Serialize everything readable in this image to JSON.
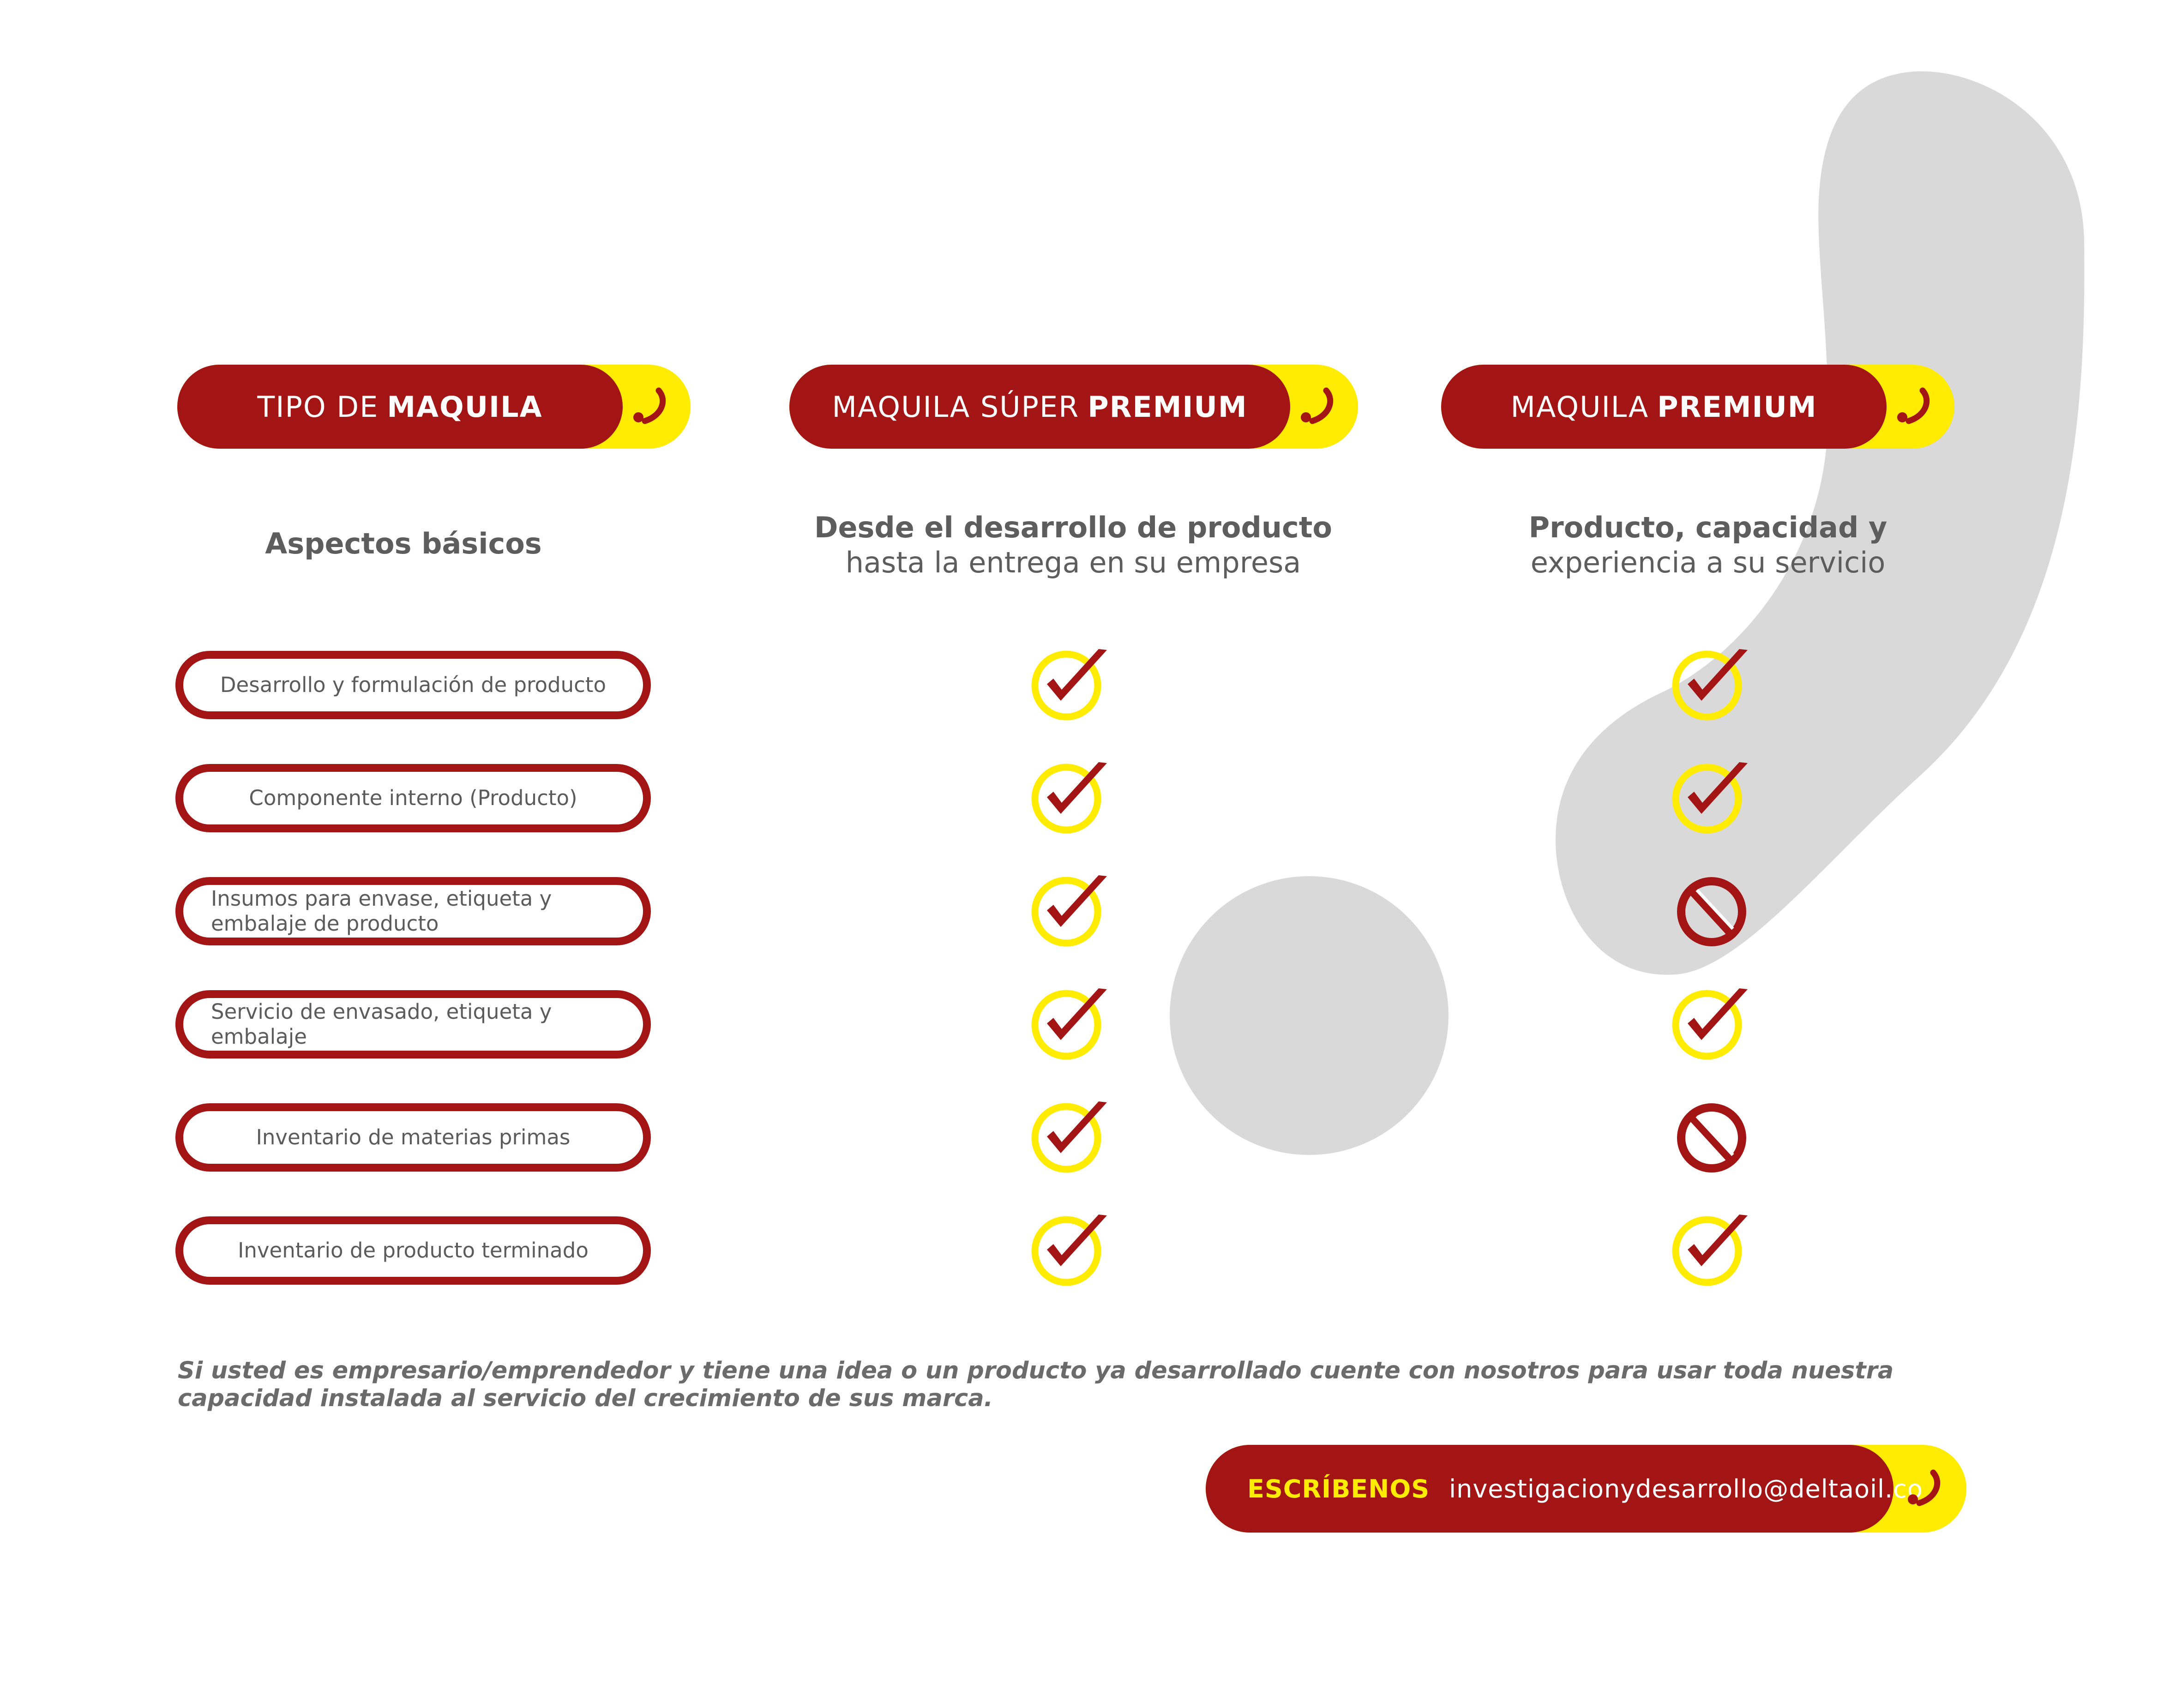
{
  "headers": {
    "tipo": {
      "prefix": "TIPO DE",
      "bold": "MAQUILA"
    },
    "super": {
      "prefix": "MAQUILA SÚPER",
      "bold": "PREMIUM"
    },
    "premium": {
      "prefix": "MAQUILA",
      "bold": "PREMIUM"
    }
  },
  "subtitles": {
    "tipo": "Aspectos básicos",
    "super": {
      "strong": "Desde el desarrollo de producto",
      "light": "hasta la entrega en su empresa"
    },
    "premium": {
      "strong": "Producto, capacidad y",
      "light": "experiencia a su servicio"
    }
  },
  "aspects": [
    "Desarrollo y formulación de producto",
    "Componente interno (Producto)",
    "Insumos para envase, etiqueta y embalaje de producto",
    "Servicio de envasado, etiqueta y embalaje",
    "Inventario de materias primas",
    "Inventario de producto terminado"
  ],
  "included": {
    "super": [
      true,
      true,
      true,
      true,
      true,
      true
    ],
    "premium": [
      true,
      true,
      false,
      true,
      false,
      true
    ]
  },
  "note": "Si usted es empresario/emprendedor y tiene una idea o un producto ya desarrollado cuente con nosotros para usar toda nuestra capacidad instalada al servicio del crecimiento de sus marca.",
  "contact": {
    "label": "ESCRÍBENOS",
    "email": "investigacionydesarrollo@deltaoil.co"
  },
  "colors": {
    "red": "#a31515",
    "yellow": "#ffec00",
    "gray": "#d9d9d9",
    "text": "#5d5d5d"
  },
  "icons": {
    "included": "check-circle-icon",
    "excluded": "prohibited-icon",
    "brand": "phone-mark-icon"
  }
}
